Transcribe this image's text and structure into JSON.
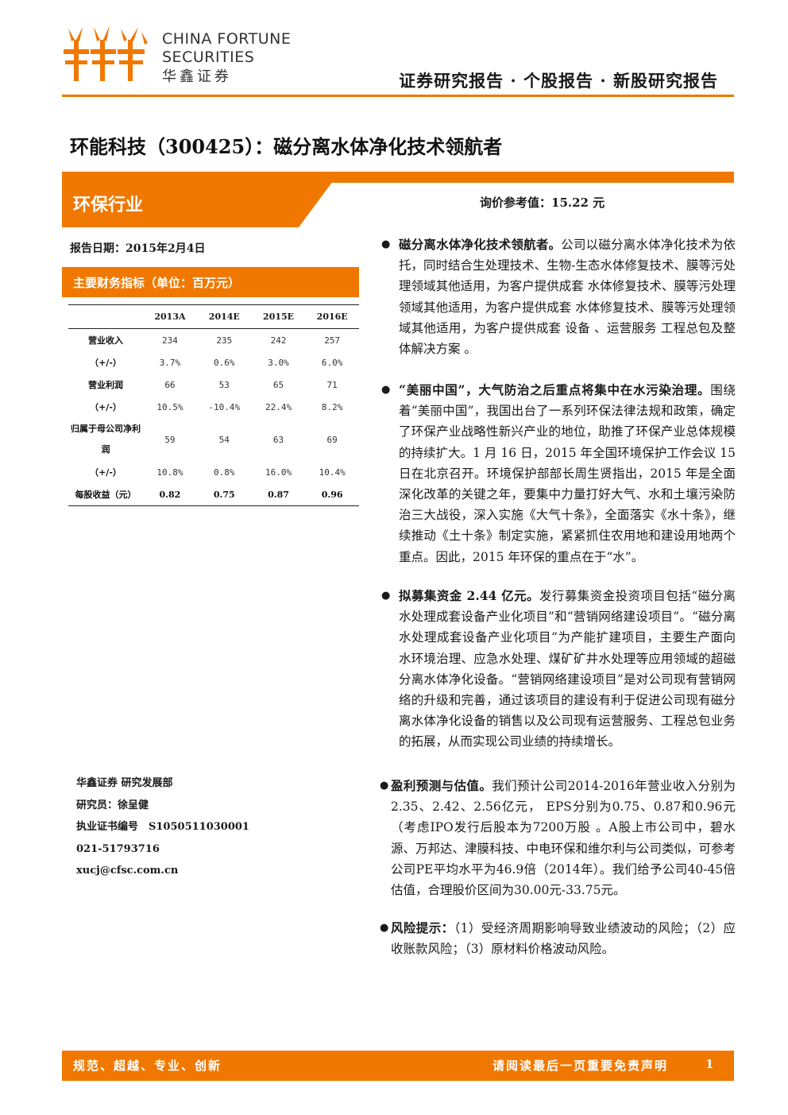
{
  "header": {
    "brand_en_1": "CHINA FORTUNE",
    "brand_en_2": "SECURITIES",
    "brand_cn": "华鑫证券",
    "report_type": "证券研究报告 · 个股报告 · 新股研究报告",
    "accent_color": "#f07800"
  },
  "title": "环能科技（300425）：磁分离水体净化技术领航者",
  "industry": "环保行业",
  "price_ref": "询价参考值：15.22 元",
  "report_date": "报告日期：2015年2月4日",
  "fin_table": {
    "title": "主要财务指标（单位：百万元）",
    "columns": [
      "",
      "2013A",
      "2014E",
      "2015E",
      "2016E"
    ],
    "rows": [
      {
        "label": "营业收入",
        "values": [
          "234",
          "235",
          "242",
          "257"
        ]
      },
      {
        "label": "（+/-）",
        "values": [
          "3.7%",
          "0.6%",
          "3.0%",
          "6.0%"
        ]
      },
      {
        "label": "营业利润",
        "values": [
          "66",
          "53",
          "65",
          "71"
        ]
      },
      {
        "label": "（+/-）",
        "values": [
          "10.5%",
          "-10.4%",
          "22.4%",
          "8.2%"
        ]
      },
      {
        "label": "归属于母公司净利润",
        "values": [
          "59",
          "54",
          "63",
          "69"
        ]
      },
      {
        "label": "（+/-）",
        "values": [
          "10.8%",
          "0.8%",
          "16.0%",
          "10.4%"
        ]
      },
      {
        "label": "每股收益（元）",
        "values": [
          "0.82",
          "0.75",
          "0.87",
          "0.96"
        ]
      }
    ]
  },
  "contact": {
    "dept": "华鑫证券 研究发展部",
    "analyst": "研究员：徐呈健",
    "cert": "执业证书编号　S1050511030001",
    "phone": "021-51793716",
    "email": "xucj@cfsc.com.cn"
  },
  "paragraphs": [
    {
      "bullet": "●",
      "bold": "磁分离水体净化技术领航者。",
      "text": "公司以磁分离水体净化技术为依托，同时结合生处理技术、生物-生态水体修复技术、膜等污处理领域其他适用，为客户提供成套 水体修复技术、膜等污处理领域其他适用，为客户提供成套 水体修复技术、膜等污处理领域其他适用，为客户提供成套 设备 、运营服务 工程总包及整体解决方案 。"
    },
    {
      "bullet": "●",
      "bold": "“美丽中国”，大气防治之后重点将集中在水污染治理。",
      "text": "围绕着“美丽中国”，我国出台了一系列环保法律法规和政策，确定了环保产业战略性新兴产业的地位，助推了环保产业总体规模的持续扩大。1 月 16 日，2015 年全国环境保护工作会议 15 日在北京召开。环境保护部部长周生贤指出，2015 年是全面深化改革的关键之年，要集中力量打好大气、水和土壤污染防治三大战役，深入实施《大气十条》，全面落实《水十条》，继续推动《土十条》制定实施，紧紧抓住农用地和建设用地两个重点。因此，2015 年环保的重点在于“水”。"
    },
    {
      "bullet": "●",
      "bold": "拟募集资金 2.44 亿元。",
      "text": "发行募集资金投资项目包括“磁分离水处理成套设备产业化项目”和“营销网络建设项目”。“磁分离水处理成套设备产业化项目”为产能扩建项目，主要生产面向水环境治理、应急水处理、煤矿矿井水处理等应用领域的超磁分离水体净化设备。“营销网络建设项目”是对公司现有营销网络的升级和完善，通过该项目的建设有利于促进公司现有磁分离水体净化设备的销售以及公司现有运营服务、工程总包业务的拓展，从而实现公司业绩的持续增长。"
    },
    {
      "bullet": "●",
      "bold": "盈利预测与估值。",
      "text": "我们预计公司2014-2016年营业收入分别为2.35、2.42、2.56亿元， EPS分别为0.75、0.87和0.96元（考虑IPO发行后股本为7200万股 。A股上市公司中，碧水源、万邦达、津膜科技、中电环保和维尔利与公司类似，可参考公司PE平均水平为46.9倍（2014年）。我们给予公司40-45倍估值，合理股价区间为30.00元-33.75元。"
    },
    {
      "bullet": "●",
      "bold": "风险提示：",
      "text": "（1）受经济周期影响导致业绩波动的风险；（2）应收账款风险；（3）原材料价格波动风险。"
    }
  ],
  "footer": {
    "slogan": "规范、超越、专业、创新",
    "notice": "请阅读最后一页重要免责声明",
    "page": "1"
  }
}
